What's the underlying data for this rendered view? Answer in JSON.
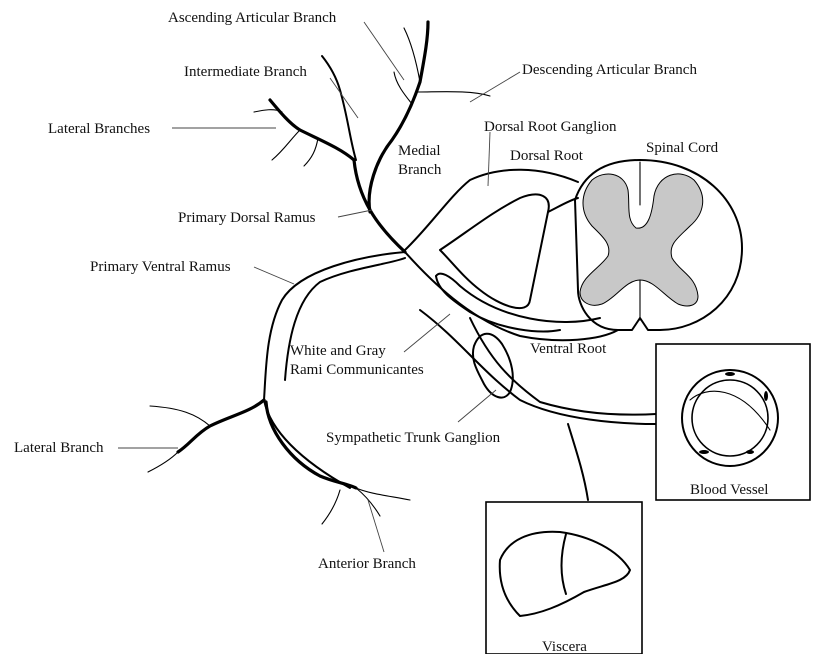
{
  "labels": {
    "ascending_articular_branch": "Ascending Articular Branch",
    "intermediate_branch": "Intermediate Branch",
    "descending_articular_branch": "Descending Articular Branch",
    "lateral_branches": "Lateral Branches",
    "dorsal_root_ganglion": "Dorsal Root Ganglion",
    "medial_branch_line1": "Medial",
    "medial_branch_line2": "Branch",
    "dorsal_root": "Dorsal Root",
    "spinal_cord": "Spinal Cord",
    "primary_dorsal_ramus": "Primary Dorsal Ramus",
    "primary_ventral_ramus": "Primary Ventral Ramus",
    "white_gray_line1": "White and Gray",
    "white_gray_line2": "Rami Communicantes",
    "ventral_root": "Ventral Root",
    "lateral_branch": "Lateral Branch",
    "sympathetic_trunk_ganglion": "Sympathetic Trunk Ganglion",
    "blood_vessel": "Blood Vessel",
    "anterior_branch": "Anterior Branch",
    "viscera": "Viscera"
  },
  "colors": {
    "gray_matter": "#c8c8c8",
    "line": "#000000",
    "background": "#ffffff"
  }
}
